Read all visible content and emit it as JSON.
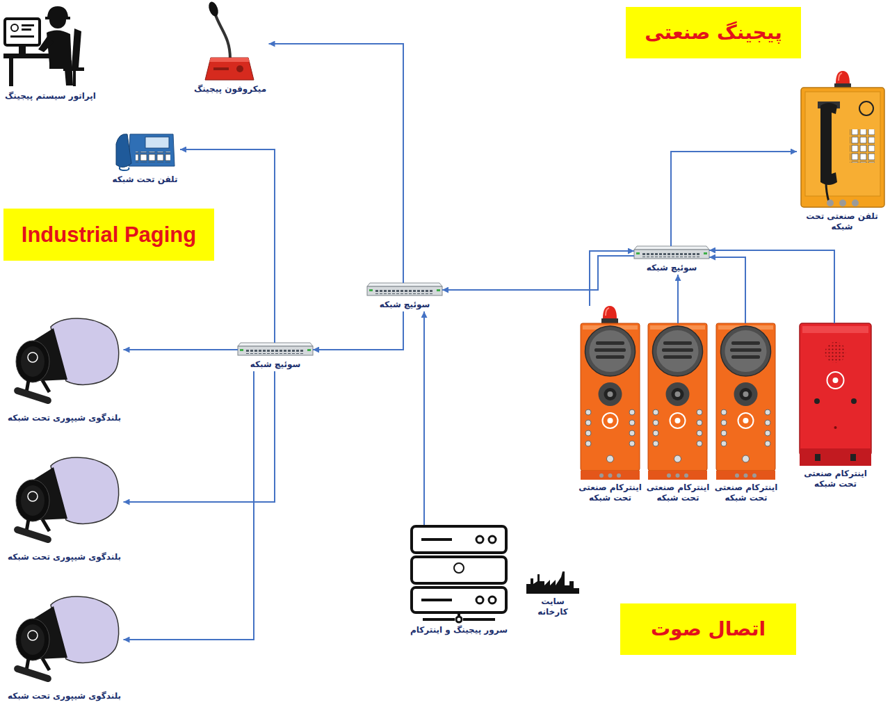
{
  "diagram": {
    "nodes": [
      {
        "text": [
          "پیجینگ صنعتی"
        ]
      },
      {
        "text": [
          "اپراتور سیستم پیجینگ"
        ]
      },
      {
        "text": [
          "میکروفون پیجینگ"
        ]
      },
      {
        "text": [
          "Industrial Paging"
        ]
      },
      {
        "text": [
          "تلفن تحت شبکه"
        ]
      },
      {
        "text": [
          "تلفن صنعتی تحت شبکه"
        ]
      },
      {
        "text": [
          "سوئیچ شبکه"
        ]
      },
      {
        "text": [
          "سوئیچ شبکه"
        ]
      },
      {
        "text": [
          "سوئیچ شبکه"
        ]
      },
      {
        "text": [
          "بلندگوی شیپوری تحت شبکه"
        ]
      },
      {
        "text": [
          "اینترکام صنعتی تحت شبکه"
        ]
      },
      {
        "text": [
          "اینترکام صنعتی تحت شبکه"
        ]
      },
      {
        "text": [
          "اینترکام صنعتی تحت شبکه"
        ]
      },
      {
        "text": [
          "اینترکام صنعتی تحت شبکه"
        ]
      },
      {
        "text": [
          "بلندگوی شیپوری تحت شبکه"
        ]
      },
      {
        "text": [
          "سرور پیجینگ و اینترکام"
        ]
      },
      {
        "text": [
          "سایت کارخانه"
        ]
      },
      {
        "text": [
          "اتصال صوت"
        ]
      },
      {
        "text": [
          "بلندگوی شیپوری تحت شبکه"
        ]
      }
    ],
    "edges": [
      {
        "from": 7,
        "to": 2,
        "arrow": "to"
      },
      {
        "from": 7,
        "to": 8,
        "arrow": "to"
      },
      {
        "from": 8,
        "to": 4,
        "arrow": "to"
      },
      {
        "from": 8,
        "to": 9,
        "arrow": "to"
      },
      {
        "from": 8,
        "to": 14,
        "arrow": "to"
      },
      {
        "from": 8,
        "to": 18,
        "arrow": "to"
      },
      {
        "from": 15,
        "to": 7,
        "arrow": "to"
      },
      {
        "from": 6,
        "to": 7,
        "arrow": "to"
      },
      {
        "from": 6,
        "to": 5,
        "arrow": "to"
      },
      {
        "from": 10,
        "to": 6,
        "arrow": "to"
      },
      {
        "from": 11,
        "to": 6,
        "arrow": "to"
      },
      {
        "from": 12,
        "to": 6,
        "arrow": "to"
      },
      {
        "from": 13,
        "to": 6,
        "arrow": "to"
      }
    ]
  }
}
